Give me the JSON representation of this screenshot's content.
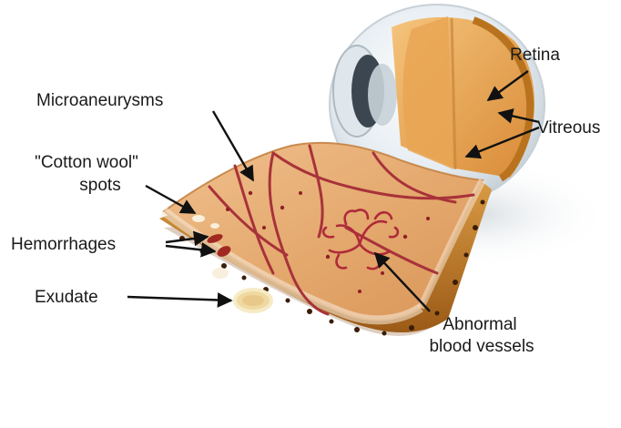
{
  "labels": {
    "retina": "Retina",
    "vitreous": "Vitreous",
    "microaneurysms": "Microaneurysms",
    "cotton_wool_line1": "\"Cotton wool\"",
    "cotton_wool_line2": "spots",
    "hemorrhages": "Hemorrhages",
    "exudate": "Exudate",
    "abnormal_line1": "Abnormal",
    "abnormal_line2": "blood vessels"
  },
  "colors": {
    "retina_tissue": "#e6b07a",
    "retina_edge": "#c98a4e",
    "vessel": "#a8323a",
    "pigment_layer": "#b9731f",
    "exudate": "#f3e3a8",
    "hemorrhage": "#a02a22",
    "eye_globe": "#e7eef3",
    "iris": "#3b4650"
  }
}
